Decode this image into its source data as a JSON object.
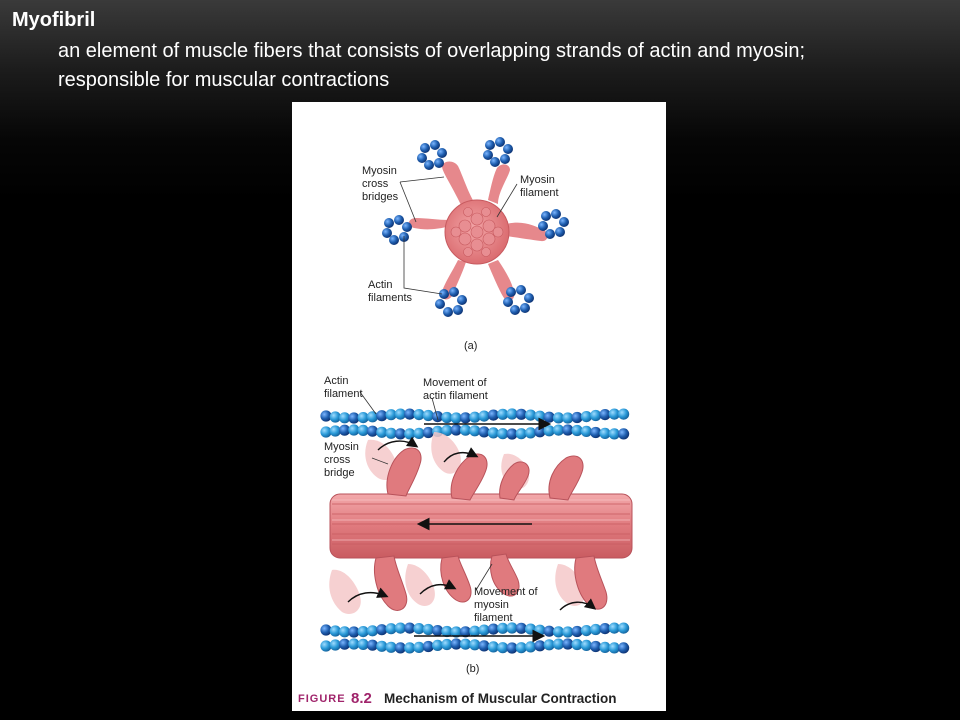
{
  "slide": {
    "term": "Myofibril",
    "definition": "an element of muscle fibers that consists of overlapping strands of actin and myosin; responsible for muscular contractions"
  },
  "figure": {
    "panel_a": {
      "label": "(a)",
      "myosin_cross_bridges_label": [
        "Myosin",
        "cross",
        "bridges"
      ],
      "myosin_filament_label": [
        "Myosin",
        "filament"
      ],
      "actin_filaments_label": [
        "Actin",
        "filaments"
      ]
    },
    "panel_b": {
      "label": "(b)",
      "actin_filament_label": [
        "Actin",
        "filament"
      ],
      "movement_actin_label": [
        "Movement of",
        "actin filament"
      ],
      "myosin_cross_bridge_label": [
        "Myosin",
        "cross",
        "bridge"
      ],
      "movement_myosin_label": [
        "Movement of",
        "myosin",
        "filament"
      ]
    },
    "caption": {
      "figure_word": "FIGURE",
      "figure_number": "8.2",
      "title": "Mechanism of Muscular Contraction"
    },
    "colors": {
      "actin_blue": "#1f5fb0",
      "actin_light": "#2a9ad8",
      "myosin_pink": "#e07a7e",
      "myosin_light": "#f0b4b6",
      "caption_magenta": "#a0246b"
    }
  }
}
